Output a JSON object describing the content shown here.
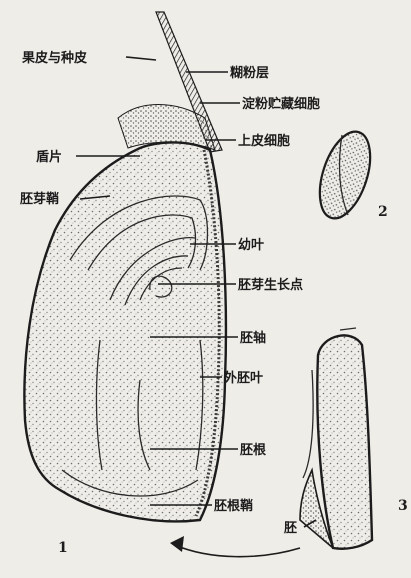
{
  "labels": {
    "pericarp_seedcoat": "果皮与种皮",
    "aleurone": "糊粉层",
    "starch_cells": "淀粉贮藏细胞",
    "epidermis": "上皮细胞",
    "scutellum": "盾片",
    "coleoptile": "胚芽鞘",
    "young_leaf": "幼叶",
    "growing_point": "胚芽生长点",
    "hypocotyl": "胚轴",
    "epiblast": "外胚叶",
    "radicle": "胚根",
    "coleorhiza": "胚根鞘",
    "embryo": "胚"
  },
  "figure_numbers": {
    "fig1": "1",
    "fig2": "2",
    "fig3": "3"
  },
  "colors": {
    "ink": "#1c1c1c",
    "paper": "#efede8",
    "stipple": "#7a7a7a"
  }
}
